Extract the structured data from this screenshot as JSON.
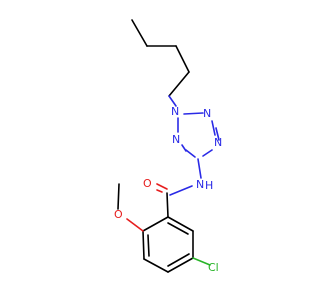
{
  "molecule": {
    "atoms": [
      {
        "id": "n_alkyl",
        "label": "N",
        "element": "nitrogen"
      },
      {
        "id": "n_top",
        "label": "N",
        "element": "nitrogen"
      },
      {
        "id": "n_right",
        "label": "N",
        "element": "nitrogen"
      },
      {
        "id": "n_left",
        "label": "N",
        "element": "nitrogen"
      },
      {
        "id": "amide_n",
        "label": "N",
        "element": "nitrogen"
      },
      {
        "id": "amide_h",
        "label": "H",
        "element": "hydrogen"
      },
      {
        "id": "carbonyl_o",
        "label": "O",
        "element": "oxygen"
      },
      {
        "id": "methoxy_o",
        "label": "O",
        "element": "oxygen"
      },
      {
        "id": "chloro",
        "label": "Cl",
        "element": "chlorine"
      }
    ]
  },
  "colors": {
    "carbon_bond": "#000000",
    "nitrogen": "#2a2ae6",
    "oxygen": "#e61e1e",
    "chlorine": "#28b428"
  }
}
